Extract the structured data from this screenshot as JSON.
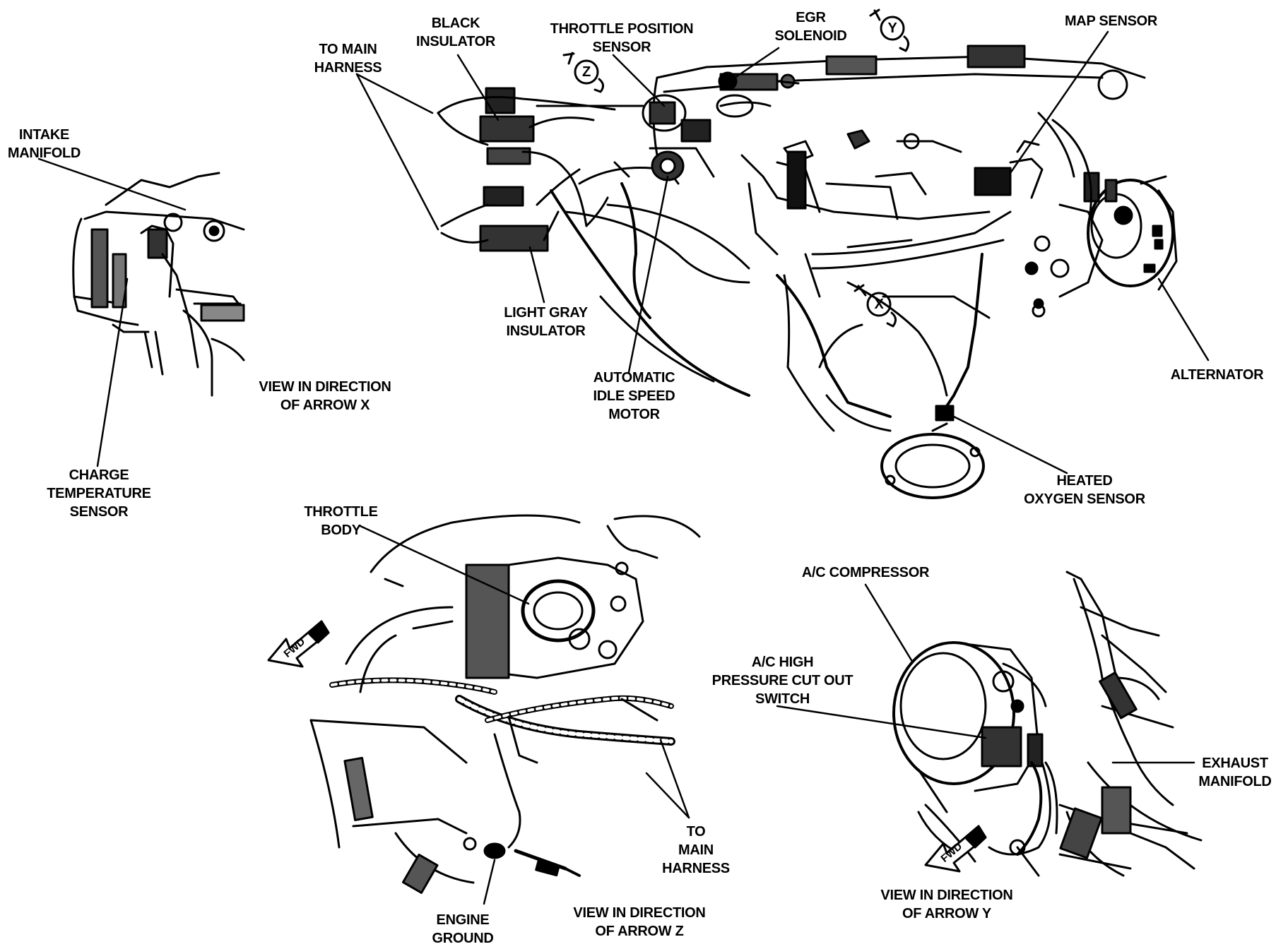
{
  "labels": {
    "intake_manifold": "INTAKE\nMANIFOLD",
    "charge_temp_sensor": "CHARGE\nTEMPERATURE\nSENSOR",
    "view_x": "VIEW IN DIRECTION\nOF ARROW X",
    "to_main_harness_top": "TO MAIN\nHARNESS",
    "black_insulator": "BLACK\nINSULATOR",
    "throttle_position_sensor": "THROTTLE POSITION\nSENSOR",
    "egr_solenoid": "EGR\nSOLENOID",
    "map_sensor": "MAP SENSOR",
    "light_gray_insulator": "LIGHT GRAY\nINSULATOR",
    "automatic_idle_speed_motor": "AUTOMATIC\nIDLE SPEED\nMOTOR",
    "alternator": "ALTERNATOR",
    "heated_oxygen_sensor": "HEATED\nOXYGEN SENSOR",
    "throttle_body": "THROTTLE\nBODY",
    "to_main_harness_bottom": "TO\nMAIN\nHARNESS",
    "engine_ground": "ENGINE\nGROUND",
    "view_z": "VIEW IN DIRECTION\nOF ARROW Z",
    "ac_compressor": "A/C COMPRESSOR",
    "ac_high_pressure_switch": "A/C HIGH\nPRESSURE CUT OUT\nSWITCH",
    "exhaust_manifold": "EXHAUST\nMANIFOLD",
    "view_y": "VIEW IN DIRECTION\nOF ARROW Y"
  },
  "arrow_markers": {
    "x": "X",
    "y": "Y",
    "z": "Z"
  },
  "fwd_markers": {
    "z_view": "FWD",
    "y_view": "FWD"
  }
}
